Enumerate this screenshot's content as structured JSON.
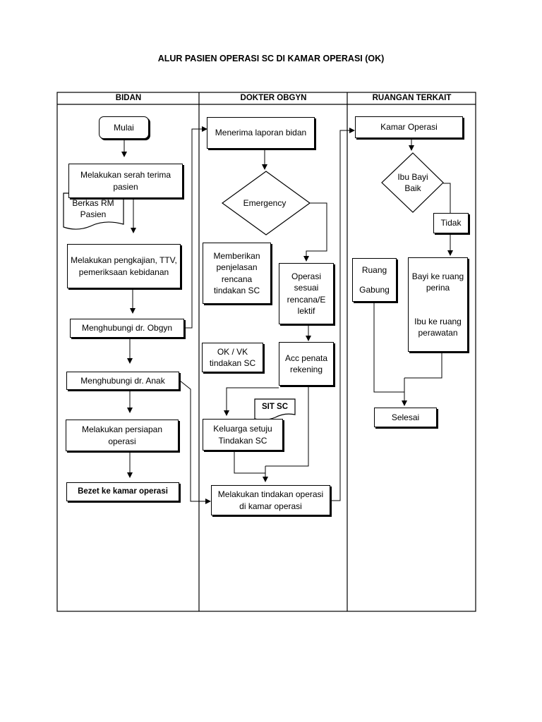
{
  "title": "ALUR PASIEN OPERASI SC DI KAMAR OPERASI (OK)",
  "lanes": [
    "BIDAN",
    "DOKTER OBGYN",
    "RUANGAN TERKAIT"
  ],
  "nodes": {
    "mulai": "Mulai",
    "serah_terima": "Melakukan serah terima pasien",
    "berkas_rm": "Berkas RM Pasien",
    "pengkajian": "Melakukan pengkajian, TTV, pemeriksaan kebidanan",
    "hubungi_obgyn": "Menghubungi dr. Obgyn",
    "hubungi_anak": "Menghubungi dr. Anak",
    "persiapan": "Melakukan persiapan operasi",
    "bezet": "Bezet ke kamar operasi",
    "menerima_laporan": "Menerima laporan bidan",
    "emergency": "Emergency",
    "penjelasan": "Memberikan penjelasan rencana tindakan SC",
    "operasi_sesuai": "Operasi sesuai rencana/E lektif",
    "ok_vk": "OK / VK tindakan SC",
    "acc": "Acc penata rekening",
    "sit_sc": "SIT SC",
    "keluarga_setuju": "Keluarga setuju Tindakan SC",
    "tindakan_operasi": "Melakukan tindakan operasi di kamar operasi",
    "kamar_operasi": "Kamar Operasi",
    "ibu_bayi_baik": "Ibu Bayi Baik",
    "tidak": "Tidak",
    "ruang": "Ruang",
    "gabung": "Gabung",
    "bayi_ke": "Bayi ke ruang perina",
    "ibu_ke": "Ibu ke ruang perawatan",
    "selesai": "Selesai"
  }
}
